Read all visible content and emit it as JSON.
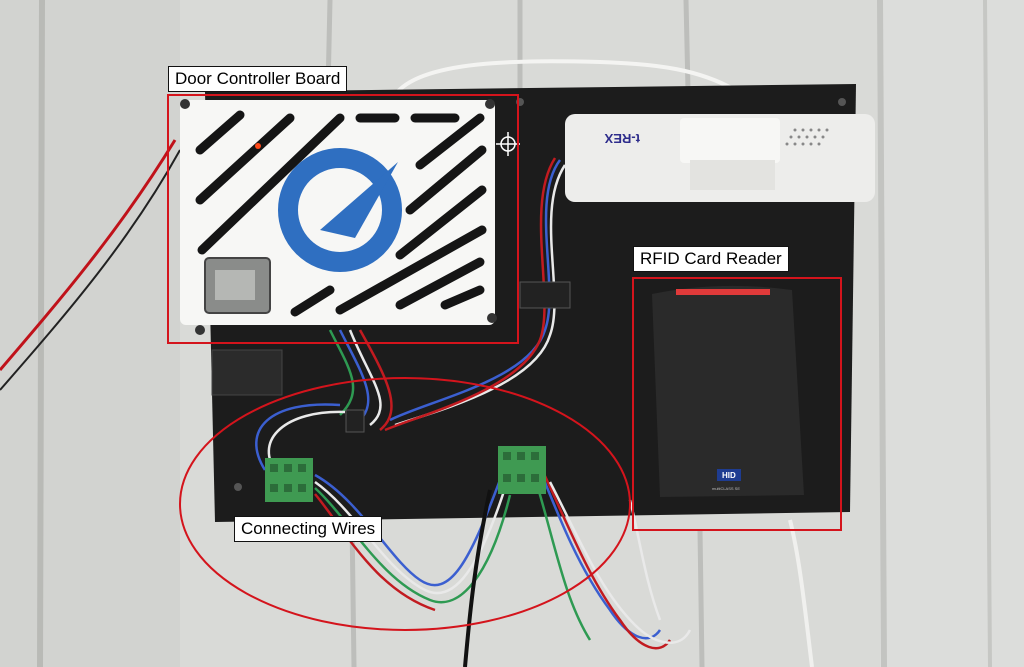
{
  "annotations": {
    "door_controller_label": "Door Controller Board",
    "rfid_reader_label": "RFID Card Reader",
    "wires_label": "Connecting Wires",
    "highlight_color": "#d4141c"
  },
  "devices": {
    "rex_sensor_logo": "t-REX",
    "hid_logo": "HID",
    "hid_model": "multiCLASS SE"
  }
}
